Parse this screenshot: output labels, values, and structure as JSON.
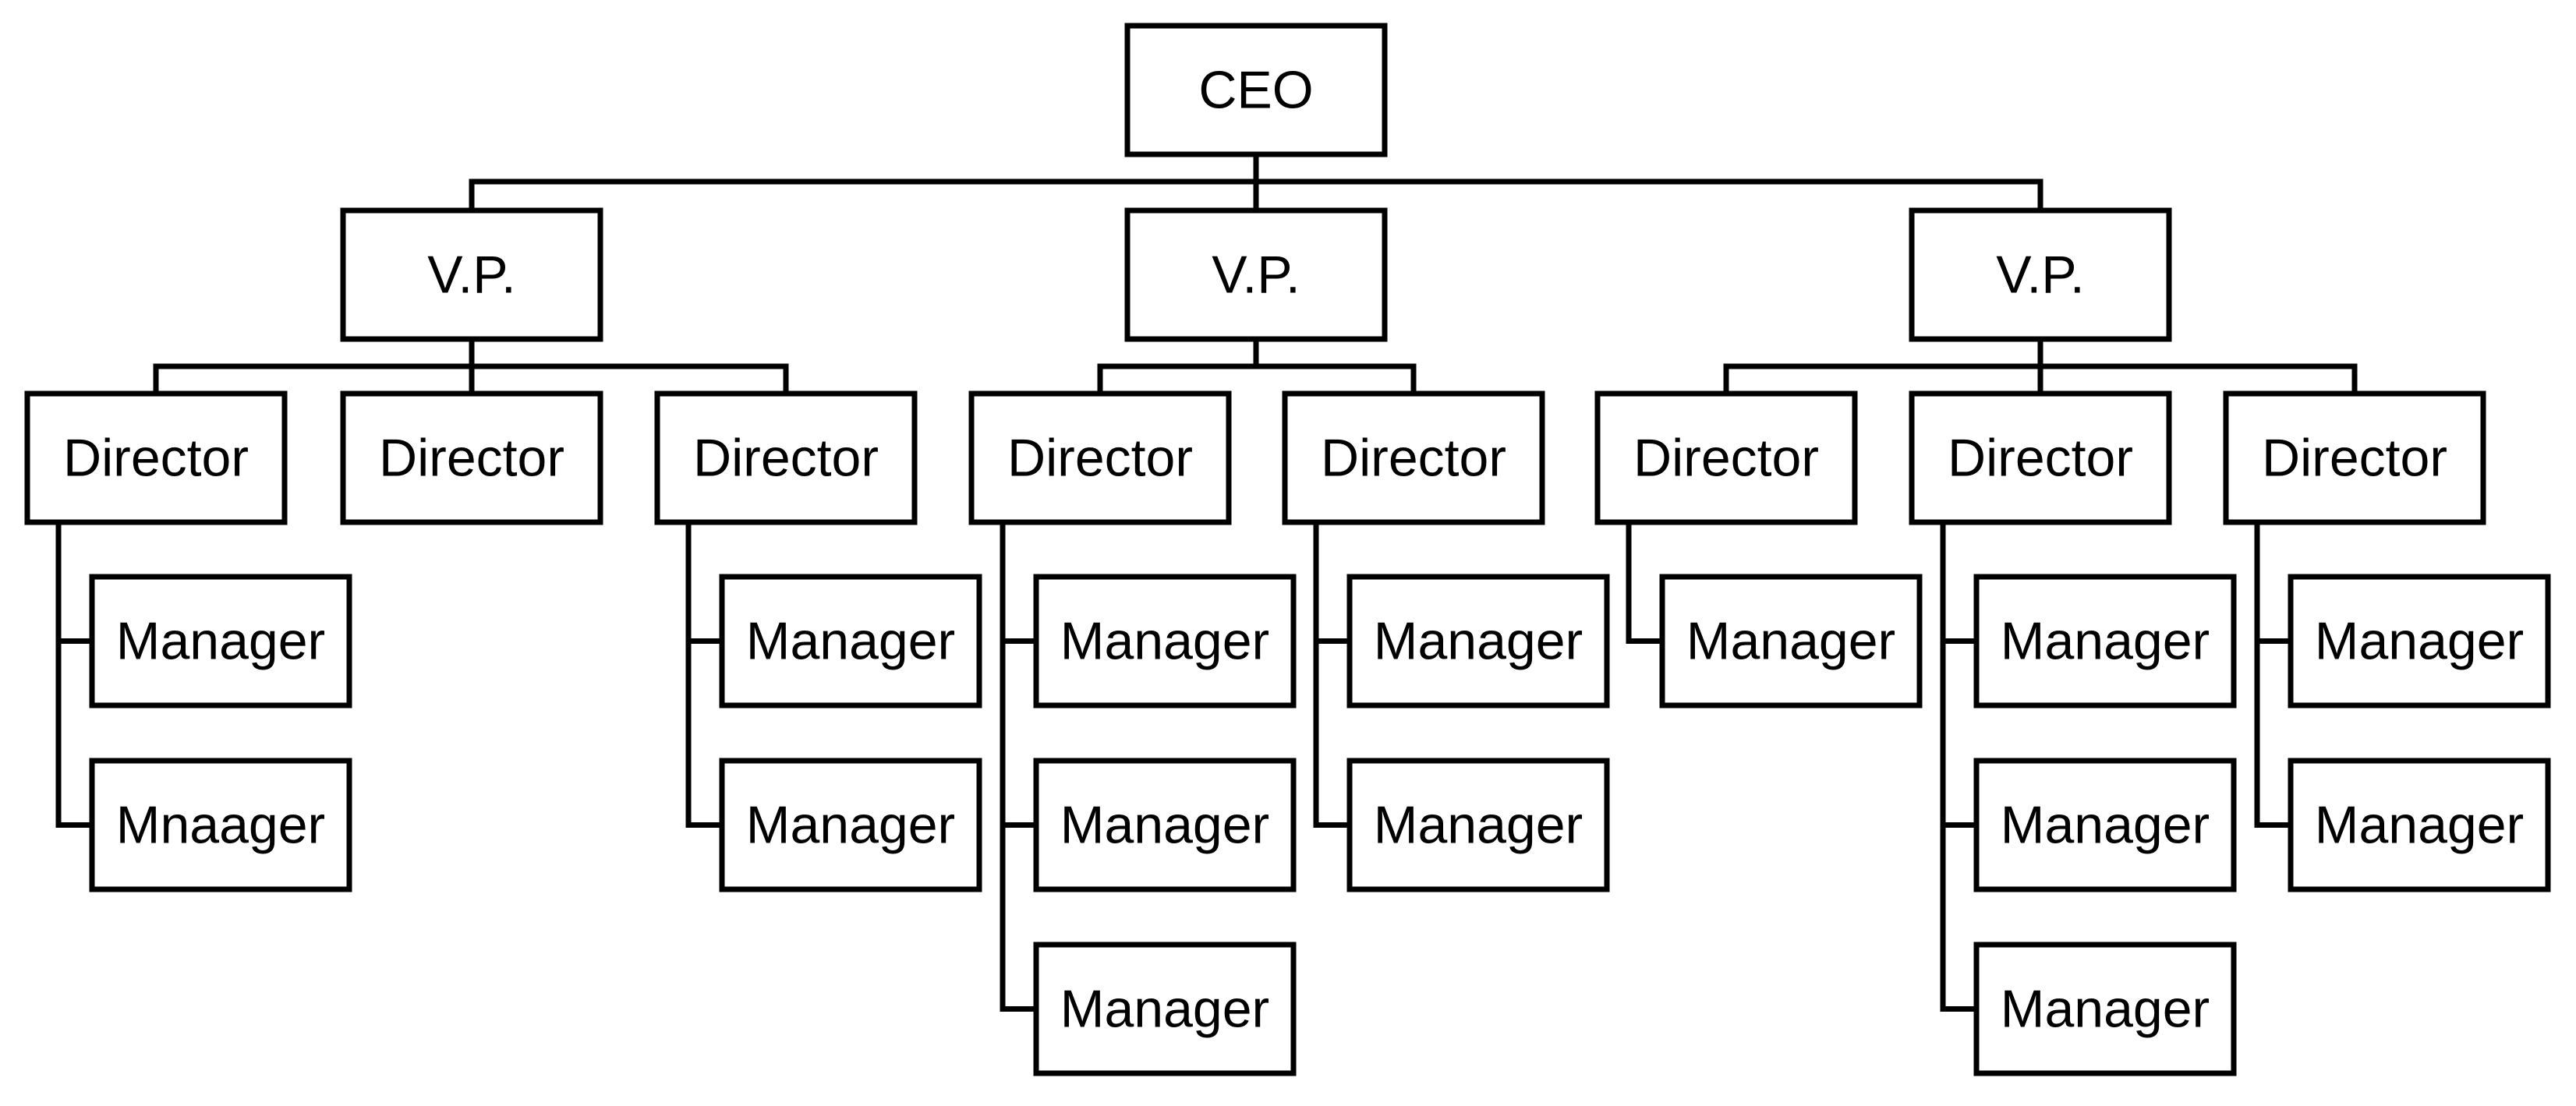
{
  "org": {
    "label": "CEO",
    "children": [
      {
        "label": "V.P.",
        "children": [
          {
            "label": "Director",
            "children": [
              {
                "label": "Manager"
              },
              {
                "label": "Mnaager"
              }
            ]
          },
          {
            "label": "Director",
            "children": []
          },
          {
            "label": "Director",
            "children": [
              {
                "label": "Manager"
              },
              {
                "label": "Manager"
              }
            ]
          }
        ]
      },
      {
        "label": "V.P.",
        "children": [
          {
            "label": "Director",
            "children": [
              {
                "label": "Manager"
              },
              {
                "label": "Manager"
              },
              {
                "label": "Manager"
              }
            ]
          },
          {
            "label": "Director",
            "children": [
              {
                "label": "Manager"
              },
              {
                "label": "Manager"
              }
            ]
          }
        ]
      },
      {
        "label": "V.P.",
        "children": [
          {
            "label": "Director",
            "children": [
              {
                "label": "Manager"
              }
            ]
          },
          {
            "label": "Director",
            "children": [
              {
                "label": "Manager"
              },
              {
                "label": "Manager"
              },
              {
                "label": "Manager"
              }
            ]
          },
          {
            "label": "Director",
            "children": [
              {
                "label": "Manager"
              },
              {
                "label": "Manager"
              }
            ]
          }
        ]
      }
    ]
  },
  "colors": {
    "line": "#000000",
    "box_fill": "#ffffff"
  }
}
